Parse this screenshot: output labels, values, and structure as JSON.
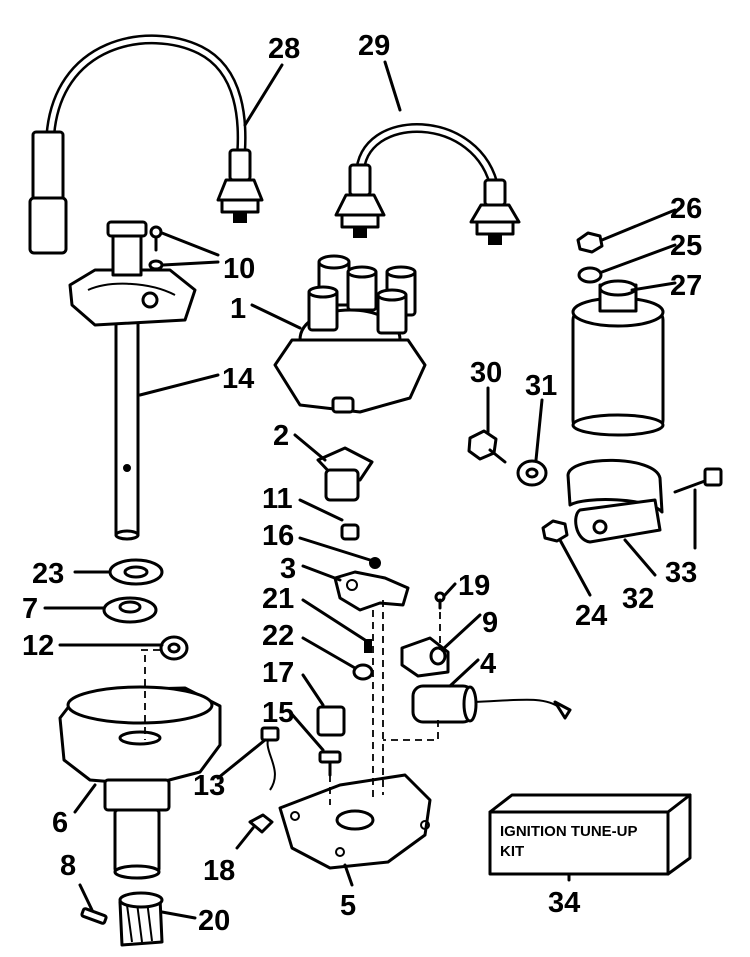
{
  "callouts": {
    "c1": "1",
    "c2": "2",
    "c3": "3",
    "c4": "4",
    "c5": "5",
    "c6": "6",
    "c7": "7",
    "c8": "8",
    "c9": "9",
    "c10": "10",
    "c11": "11",
    "c12": "12",
    "c13": "13",
    "c14": "14",
    "c15": "15",
    "c16": "16",
    "c17": "17",
    "c18": "18",
    "c19": "19",
    "c20": "20",
    "c21": "21",
    "c22": "22",
    "c23": "23",
    "c24": "24",
    "c25": "25",
    "c26": "26",
    "c27": "27",
    "c28": "28",
    "c29": "29",
    "c30": "30",
    "c31": "31",
    "c32": "32",
    "c33": "33",
    "c34": "34"
  },
  "kit_box": {
    "line1": "IGNITION TUNE-UP",
    "line2": "KIT"
  }
}
